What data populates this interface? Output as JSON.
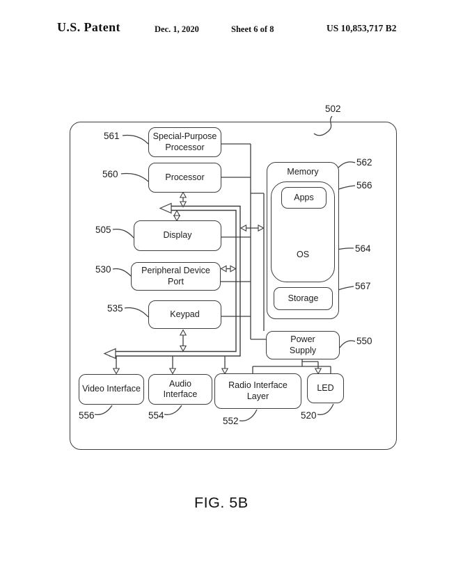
{
  "header": {
    "patent_label": "U.S. Patent",
    "date": "Dec. 1, 2020",
    "sheet": "Sheet 6 of 8",
    "patent_number": "US 10,853,717 B2"
  },
  "figure": {
    "caption": "FIG. 5B",
    "outer_ref": "502"
  },
  "blocks": {
    "special_purpose_processor": {
      "label": "Special-Purpose\nProcessor",
      "ref": "561"
    },
    "processor": {
      "label": "Processor",
      "ref": "560"
    },
    "display": {
      "label": "Display",
      "ref": "505"
    },
    "peripheral_device_port": {
      "label": "Peripheral Device\nPort",
      "ref": "530"
    },
    "keypad": {
      "label": "Keypad",
      "ref": "535"
    },
    "memory": {
      "label": "Memory",
      "ref": "562"
    },
    "apps": {
      "label": "Apps",
      "ref": "566"
    },
    "os": {
      "label": "OS",
      "ref": "564"
    },
    "storage": {
      "label": "Storage",
      "ref": "567"
    },
    "power_supply": {
      "label": "Power\nSupply",
      "ref": "550"
    },
    "video_interface": {
      "label": "Video Interface",
      "ref": "556"
    },
    "audio_interface": {
      "label": "Audio\nInterface",
      "ref": "554"
    },
    "radio_interface_layer": {
      "label": "Radio Interface\nLayer",
      "ref": "552"
    },
    "led": {
      "label": "LED",
      "ref": "520"
    }
  },
  "colors": {
    "line": "#3d3d3d",
    "text": "#1c1c1c",
    "background": "#ffffff"
  }
}
